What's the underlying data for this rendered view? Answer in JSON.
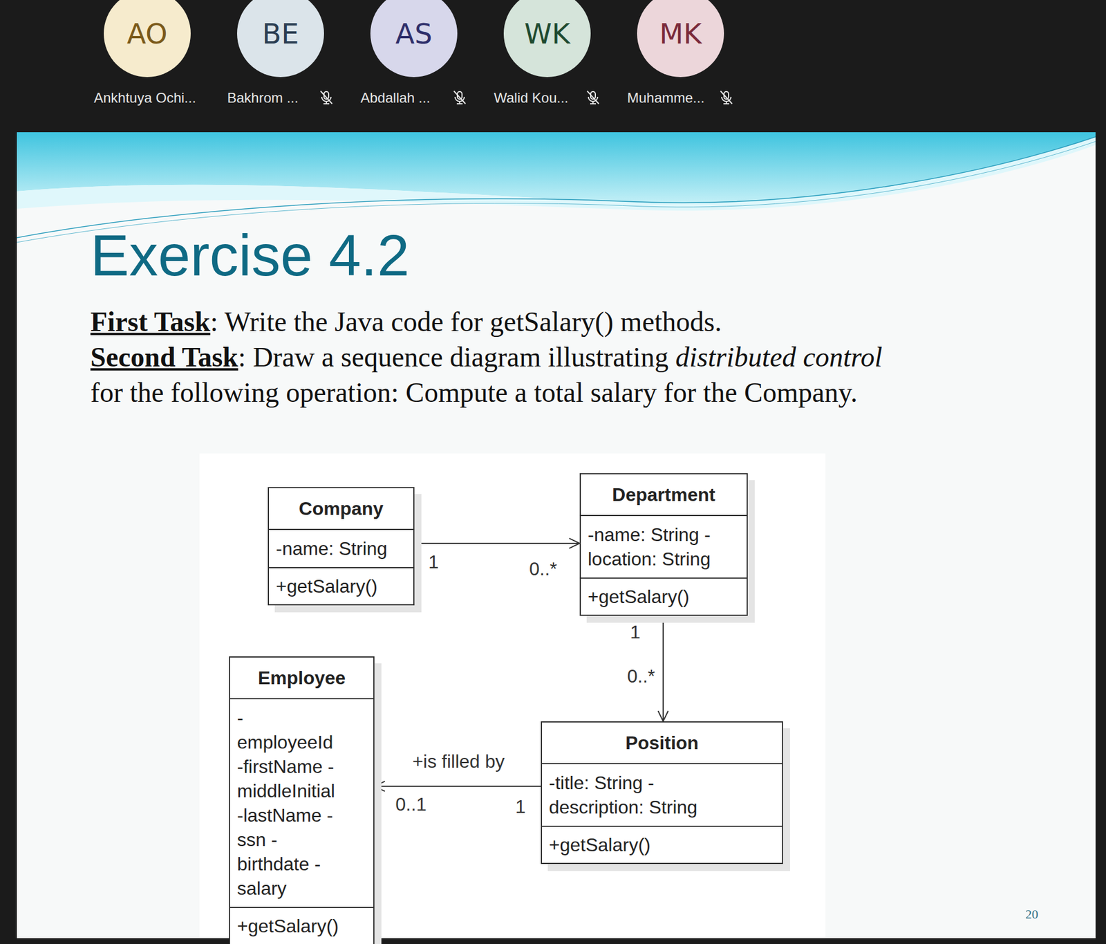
{
  "diagram": {
    "title": "Exercise 4.2",
    "nodes": [
      {
        "text": [
          "AO",
          "Ankhtuya Ochi..."
        ]
      },
      {
        "text": [
          "BE",
          "Bakhrom ..."
        ]
      },
      {
        "text": [
          "AS",
          "Abdallah ..."
        ]
      },
      {
        "text": [
          "WK",
          "Walid Kou..."
        ]
      },
      {
        "text": [
          "MK",
          "Muhamme..."
        ]
      },
      {
        "text": [
          "Company",
          "-name: String",
          "+getSalary()"
        ]
      },
      {
        "text": [
          "Department",
          "-name: String -location: String",
          "+getSalary()"
        ]
      },
      {
        "text": [
          "Employee",
          "-employeeId -firstName -middleInitial -lastName -ssn -birthdate -salary",
          "+getSalary()"
        ]
      },
      {
        "text": [
          "Position",
          "-title: String -description: String",
          "+getSalary()"
        ]
      }
    ],
    "edges": [
      {
        "from": 5,
        "to": 6,
        "arrow": "to"
      },
      {
        "from": 6,
        "to": 8,
        "arrow": "to"
      },
      {
        "from": 8,
        "to": 7,
        "arrow": "to",
        "label": "+is filled by"
      }
    ],
    "labels": [
      "First Task",
      ": Write the Java code for getSalary() methods.",
      "Second Task",
      ": Draw a sequence diagram illustrating",
      "distributed control",
      "for the following operation: Compute a total salary for the Company.",
      "1",
      "0..*",
      "1",
      "0..*",
      "0..1",
      "1",
      "20"
    ]
  }
}
